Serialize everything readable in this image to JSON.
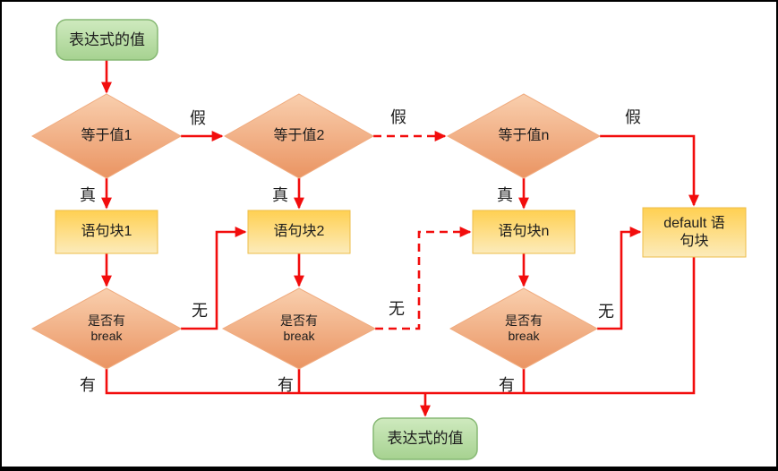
{
  "diagram_title": "switch-case flow",
  "colors": {
    "connector": "#f20d0d",
    "green_top": "#cfeabf",
    "green_bottom": "#a6d290",
    "green_border": "#86b873",
    "orange_top": "#f9cfae",
    "orange_bottom": "#ea9462",
    "orange_border": "#f0ac80",
    "yellow_top": "#ffd052",
    "yellow_bottom": "#fcebbb",
    "yellow_border": "#edbd4a",
    "frame": "#000000"
  },
  "nodes": {
    "start": {
      "label": "表达式的值"
    },
    "cond1": {
      "label": "等于值1"
    },
    "cond2": {
      "label": "等于值2"
    },
    "condn": {
      "label": "等于值n"
    },
    "block1": {
      "label": "语句块1"
    },
    "block2": {
      "label": "语句块2"
    },
    "blockn": {
      "label": "语句块n"
    },
    "default_block": {
      "label": "default 语句块"
    },
    "break1": {
      "label": "是否有 break"
    },
    "break2": {
      "label": "是否有 break"
    },
    "break3": {
      "label": "是否有 break"
    },
    "end": {
      "label": "表达式的值"
    }
  },
  "edge_labels": {
    "false1": "假",
    "false2": "假",
    "false3": "假",
    "true1": "真",
    "true2": "真",
    "true3": "真",
    "no1": "无",
    "no2": "无",
    "no3": "无",
    "yes1": "有",
    "yes2": "有",
    "yes3": "有"
  }
}
